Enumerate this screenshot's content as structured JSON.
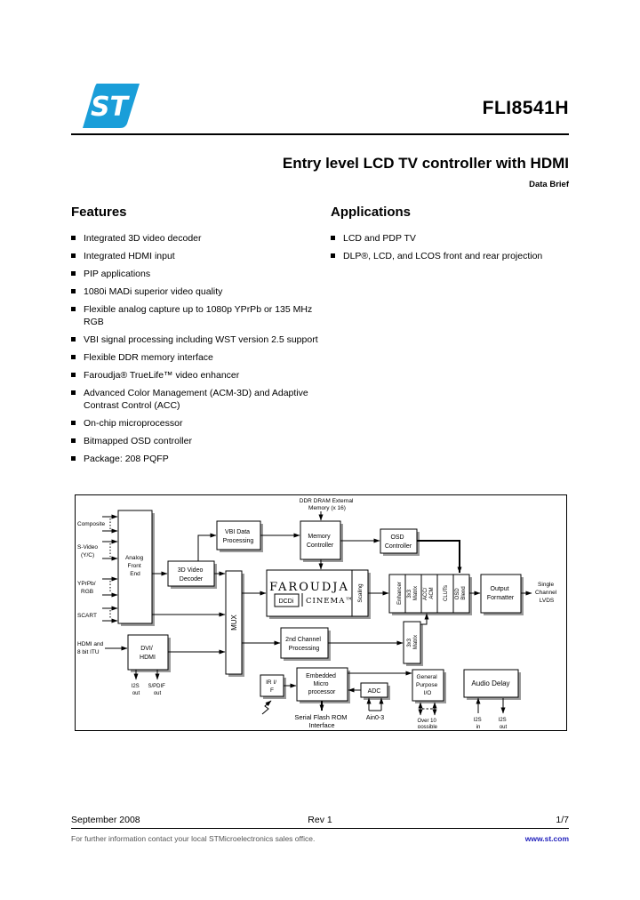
{
  "header": {
    "part_number": "FLI8541H",
    "title": "Entry level LCD TV controller with HDMI",
    "subtitle": "Data Brief"
  },
  "features": {
    "heading": "Features",
    "items": [
      "Integrated 3D video decoder",
      "Integrated HDMI input",
      "PIP applications",
      "1080i MADi superior video quality",
      "Flexible analog capture up to 1080p YPrPb or 135 MHz RGB",
      "VBI signal processing including WST version 2.5 support",
      "Flexible DDR memory interface",
      "Faroudja® TrueLife™ video enhancer",
      "Advanced Color Management (ACM-3D) and Adaptive Contrast Control (ACC)",
      "On-chip microprocessor",
      "Bitmapped OSD controller",
      "Package: 208 PQFP"
    ]
  },
  "applications": {
    "heading": "Applications",
    "items": [
      "LCD and PDP TV",
      "DLP®, LCD, and LCOS front and rear projection"
    ]
  },
  "diagram": {
    "ext_mem": [
      "DDR DRAM External",
      "Memory (x 16)"
    ],
    "inputs": {
      "composite": [
        "Composite"
      ],
      "svideo": [
        "S-Video",
        "(Y/C)"
      ],
      "yprpb": [
        "YPrPb/",
        "RGB"
      ],
      "scart": [
        "SCART"
      ],
      "hdmi": [
        "HDMI and",
        "8 bit ITU"
      ]
    },
    "afe": [
      "Analog",
      "Front",
      "End"
    ],
    "decoder3d": [
      "3D Video",
      "Decoder"
    ],
    "vbi": [
      "VBI Data",
      "Processing"
    ],
    "memctrl": [
      "Memory",
      "Controller"
    ],
    "osdctrl": [
      "OSD",
      "Controller"
    ],
    "faroudja": {
      "brand": "FAROUDJA",
      "dcdi": "DCDi",
      "cinema": "CINEMA™"
    },
    "scaling": "Scaling",
    "mux": "MUX",
    "chain": {
      "enhancer": [
        "Enhancer"
      ],
      "matrix": [
        "3x3",
        "Matrix"
      ],
      "accacm": [
        "ACC/",
        "ACM"
      ],
      "cluts": [
        "CLUTs"
      ],
      "osdblend": [
        "OSD",
        "Blend"
      ]
    },
    "output_formatter": [
      "Output",
      "Formatter"
    ],
    "lvds": [
      "Single",
      "Channel",
      "LVDS"
    ],
    "ch2": [
      "2nd Channel",
      "Processing"
    ],
    "matrix2": [
      "3x3",
      "Matrix"
    ],
    "dvi": [
      "DVI/",
      "HDMI"
    ],
    "i2s_out_dvi": [
      "I2S",
      "out"
    ],
    "spdif_out": [
      "S/PDIF",
      "out"
    ],
    "ir": [
      "IR I/",
      "F"
    ],
    "micro": [
      "Embedded",
      "Micro",
      "processor"
    ],
    "adc": "ADC",
    "flash": [
      "Serial Flash ROM",
      "Interface"
    ],
    "ain": "Ain0-3",
    "gpio": [
      "General",
      "Purpose",
      "I/O"
    ],
    "gpio_note": [
      "Over 10",
      "possible"
    ],
    "audio": "Audio Delay",
    "i2s_in": [
      "I2S",
      "in"
    ],
    "i2s_out": [
      "I2S",
      "out"
    ]
  },
  "footer": {
    "date": "September 2008",
    "revision": "Rev 1",
    "page": "1/7",
    "contact": "For further information contact your local STMicroelectronics sales office.",
    "website": "www.st.com"
  },
  "colors": {
    "st_logo_blue": "#1a9ed9",
    "link_blue": "#2323bd",
    "shadow_gray": "#9a9a9a"
  }
}
